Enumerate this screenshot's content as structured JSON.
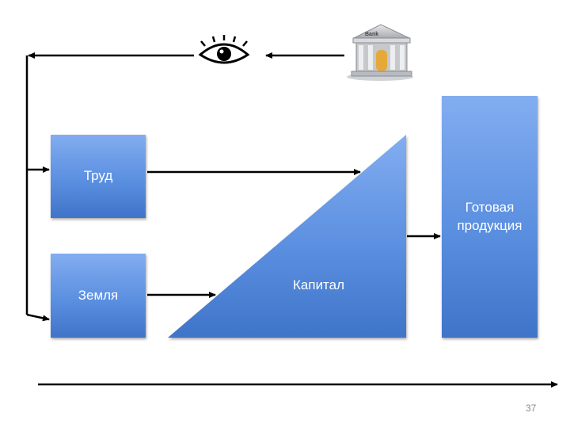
{
  "labels": {
    "trud": "Труд",
    "zemlya": "Земля",
    "kapital": "Капитал",
    "gotovaya": "Готовая продукция"
  },
  "bank": {
    "sign": "Bank"
  },
  "icons": {
    "eye": "eye-icon",
    "bank": "bank-building-icon"
  },
  "page_number": "37",
  "colors": {
    "box_top": "#82adf0",
    "box_bottom": "#3f74c9",
    "arrow": "#000000"
  }
}
